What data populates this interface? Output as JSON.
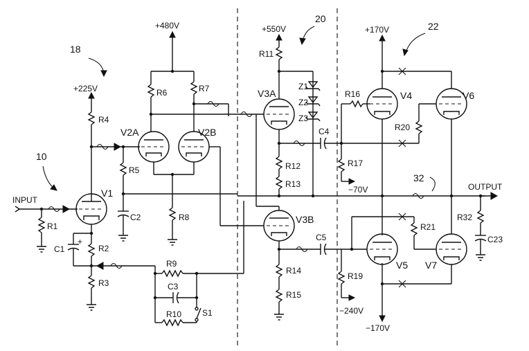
{
  "sections": {
    "preamp": "18",
    "input": "10",
    "driver": "20",
    "output_stage": "22",
    "output_line": "32"
  },
  "supplies": {
    "v225": "+225V",
    "v480": "+480V",
    "v550": "+550V",
    "v170p": "+170V",
    "v170n": "−170V",
    "v70n": "−70V",
    "v240n": "−240V"
  },
  "io": {
    "input": "INPUT",
    "output": "OUTPUT"
  },
  "tubes": {
    "V1": "V1",
    "V2A": "V2A",
    "V2B": "V2B",
    "V3A": "V3A",
    "V3B": "V3B",
    "V4": "V4",
    "V5": "V5",
    "V6": "V6",
    "V7": "V7"
  },
  "resistors": {
    "R1": "R1",
    "R2": "R2",
    "R3": "R3",
    "R4": "R4",
    "R5": "R5",
    "R6": "R6",
    "R7": "R7",
    "R8": "R8",
    "R9": "R9",
    "R10": "R10",
    "R11": "R11",
    "R12": "R12",
    "R13": "R13",
    "R14": "R14",
    "R15": "R15",
    "R16": "R16",
    "R17": "R17",
    "R19": "R19",
    "R20": "R20",
    "R21": "R21",
    "R32": "R32"
  },
  "capacitors": {
    "C1": "C1",
    "C2": "C2",
    "C3": "C3",
    "C4": "C4",
    "C5": "C5",
    "C23": "C23"
  },
  "zeners": {
    "Z1": "Z1",
    "Z2": "Z2",
    "Z3": "Z3"
  },
  "switches": {
    "S1": "S1"
  },
  "marks": {
    "plus": "+"
  }
}
